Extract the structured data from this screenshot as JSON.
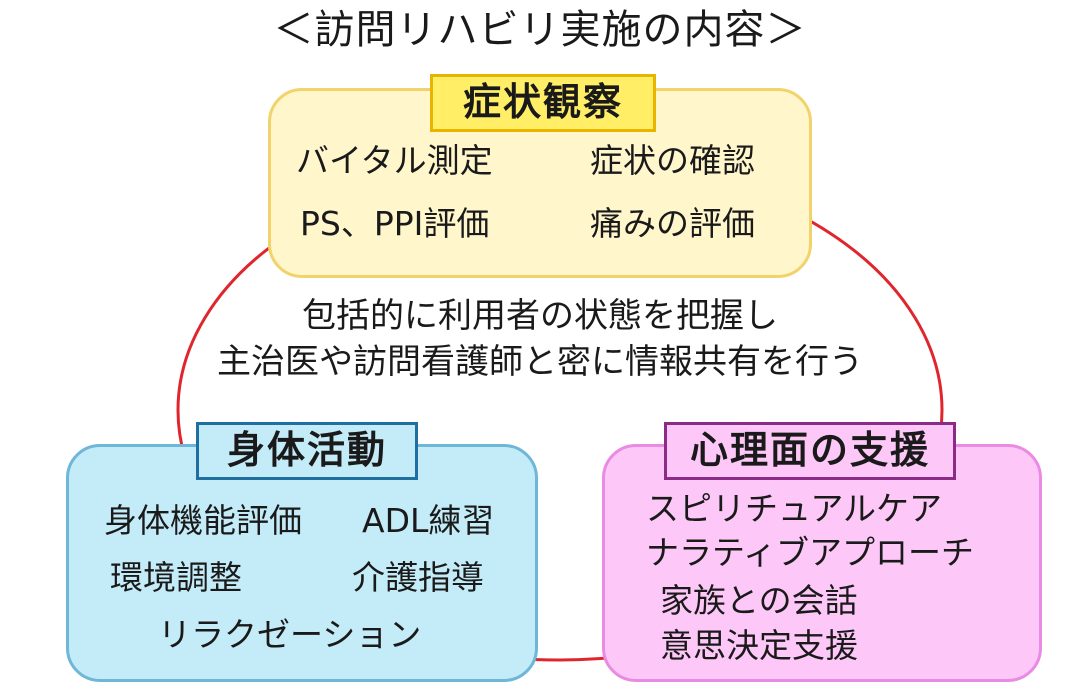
{
  "title": "＜訪問リハビリ実施の内容＞",
  "symptom": {
    "label": "症状観察",
    "items": [
      "バイタル測定",
      "症状の確認",
      "PS、PPI評価",
      "痛みの評価"
    ]
  },
  "center_text": {
    "line1": "包括的に利用者の状態を把握し",
    "line2": "主治医や訪問看護師と密に情報共有を行う"
  },
  "physical": {
    "label": "身体活動",
    "items": [
      "身体機能評価",
      "ADL練習",
      "環境調整",
      "介護指導",
      "リラクゼーション"
    ]
  },
  "psych": {
    "label": "心理面の支援",
    "items": [
      "スピリチュアルケア",
      "ナラティブアプローチ",
      "家族との会話",
      "意思決定支援"
    ]
  },
  "colors": {
    "ring": "#e0262c",
    "symptom_fill": "#fff6cc",
    "physical_fill": "#c4ecf8",
    "psych_fill": "#fdc8f8"
  }
}
